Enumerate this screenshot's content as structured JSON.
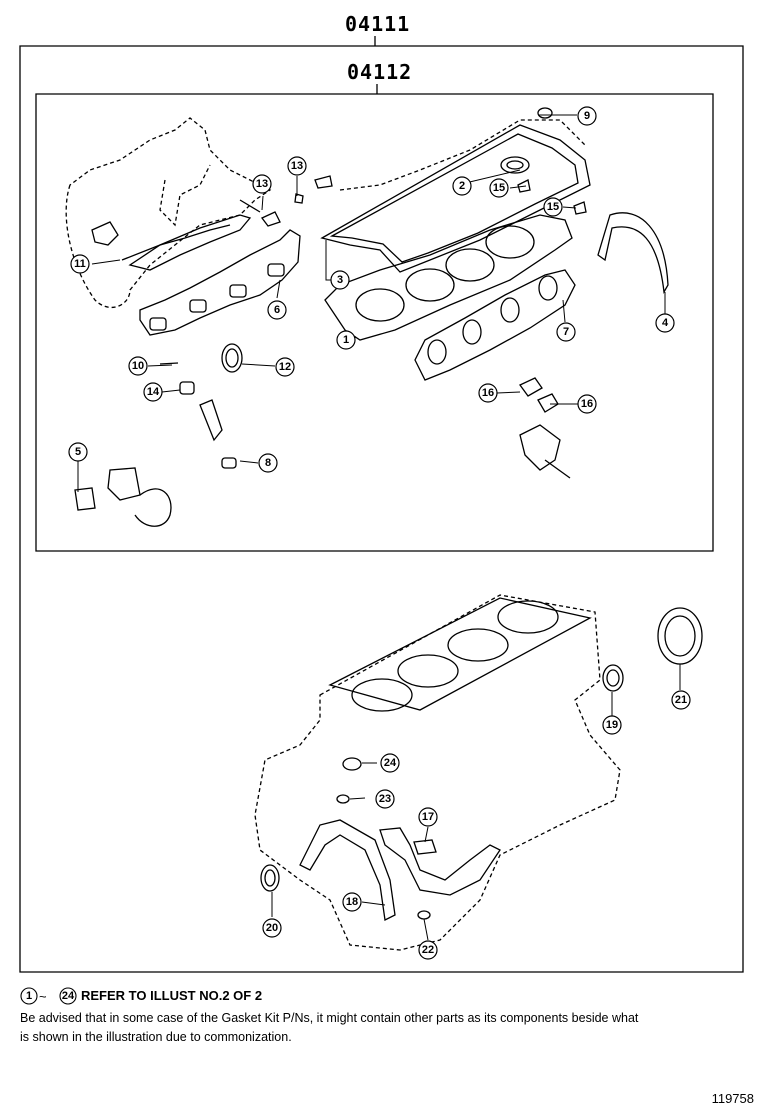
{
  "header": {
    "outer_code": "04111",
    "inner_code": "04112"
  },
  "callouts": {
    "c1": "1",
    "c2": "2",
    "c3": "3",
    "c4": "4",
    "c5": "5",
    "c6": "6",
    "c7": "7",
    "c8": "8",
    "c9": "9",
    "c10": "10",
    "c11": "11",
    "c12": "12",
    "c13a": "13",
    "c13b": "13",
    "c14": "14",
    "c15a": "15",
    "c15b": "15",
    "c16a": "16",
    "c16b": "16",
    "c17": "17",
    "c18": "18",
    "c19": "19",
    "c20": "20",
    "c21": "21",
    "c22": "22",
    "c23": "23",
    "c24": "24"
  },
  "notes": {
    "refer_from": "1",
    "refer_to": "24",
    "refer_text": "REFER TO ILLUST NO.2 OF 2",
    "advice": "Be advised that in some case of the Gasket Kit P/Ns,  it might contain other parts as its components beside what is shown in the illustration due to commonization."
  },
  "footer": {
    "illustration_number": "119758"
  }
}
